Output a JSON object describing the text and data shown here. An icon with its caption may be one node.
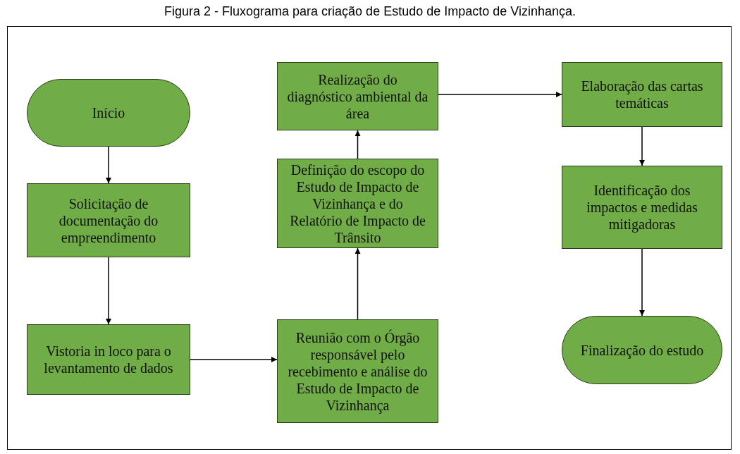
{
  "diagram": {
    "title": "Figura 2 - Fluxograma para criação de Estudo de Impacto de Vizinhança.",
    "nodes": [
      {
        "text": [
          "Início"
        ]
      },
      {
        "text": [
          "Solicitação de documentação do empreendimento"
        ]
      },
      {
        "text": [
          "Vistoria in loco para o levantamento de dados"
        ]
      },
      {
        "text": [
          "Reunião com o Órgão responsável pelo recebimento e análise do Estudo de Impacto de Vizinhança"
        ]
      },
      {
        "text": [
          "Definição do escopo do Estudo de Impacto de Vizinhança e do Relatório de Impacto de Trânsito"
        ]
      },
      {
        "text": [
          "Realização do diagnóstico ambiental da área"
        ]
      },
      {
        "text": [
          "Elaboração das cartas temáticas"
        ]
      },
      {
        "text": [
          "Identificação dos impactos e medidas mitigadoras"
        ]
      },
      {
        "text": [
          "Finalização do estudo"
        ]
      }
    ],
    "edges": [
      {
        "from": 0,
        "to": 1,
        "arrow": "to"
      },
      {
        "from": 1,
        "to": 2,
        "arrow": "to"
      },
      {
        "from": 2,
        "to": 3,
        "arrow": "to"
      },
      {
        "from": 3,
        "to": 4,
        "arrow": "to"
      },
      {
        "from": 4,
        "to": 5,
        "arrow": "to"
      },
      {
        "from": 5,
        "to": 6,
        "arrow": "to"
      },
      {
        "from": 6,
        "to": 7,
        "arrow": "to"
      },
      {
        "from": 7,
        "to": 8,
        "arrow": "to"
      }
    ]
  }
}
